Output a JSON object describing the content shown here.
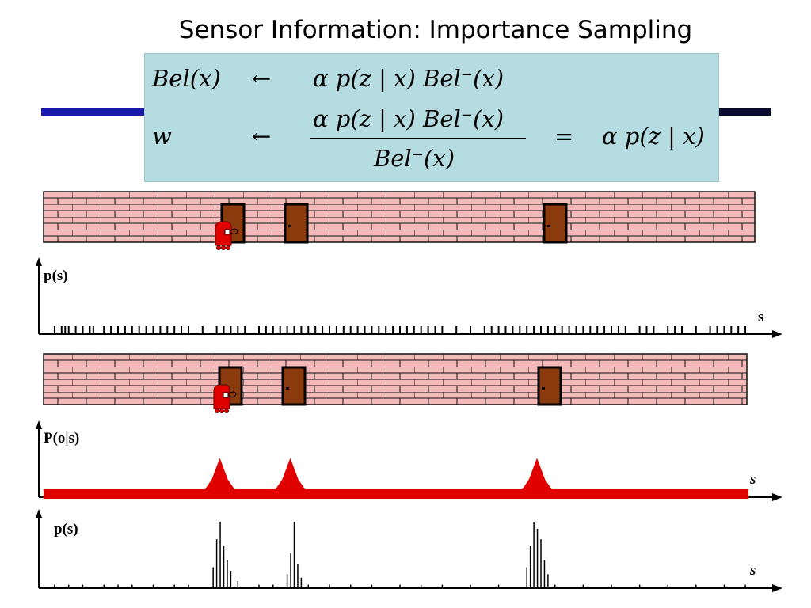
{
  "slide": {
    "title": "Sensor Information: Importance Sampling"
  },
  "equations": {
    "line1": {
      "lhs": "Bel(x)",
      "arrow": "←",
      "rhs": "α p(z | x) Bel⁻(x)"
    },
    "line2": {
      "lhs": "w",
      "arrow": "←",
      "numerator": "α p(z | x) Bel⁻(x)",
      "denominator": "Bel⁻(x)",
      "equals": "=",
      "result": "α p(z | x)"
    }
  },
  "panels": {
    "prior_label": "p(s)",
    "prior_axis": "s",
    "likelihood_label": "P(o|s)",
    "likelihood_axis": "s",
    "posterior_label": "p(s)",
    "posterior_axis": "s"
  },
  "colors": {
    "accent_blue": "#1a1aa8",
    "eq_box": "#b5dde1",
    "brick": "#f4b9b9",
    "door": "#8b3a0e",
    "robot": "#e00000",
    "likelihood": "#e00000"
  },
  "chart_data": [
    {
      "type": "scatter",
      "title": "",
      "ylabel": "p(s)",
      "xlabel": "s",
      "xlim": [
        0,
        1
      ],
      "description_values": "uniform prior samples",
      "x": [
        0.01,
        0.02,
        0.025,
        0.03,
        0.04,
        0.05,
        0.06,
        0.065,
        0.08,
        0.09,
        0.1,
        0.11,
        0.12,
        0.13,
        0.14,
        0.15,
        0.16,
        0.17,
        0.18,
        0.19,
        0.2,
        0.22,
        0.24,
        0.25,
        0.26,
        0.27,
        0.28,
        0.3,
        0.31,
        0.32,
        0.33,
        0.34,
        0.35,
        0.36,
        0.37,
        0.38,
        0.39,
        0.4,
        0.41,
        0.42,
        0.43,
        0.44,
        0.45,
        0.46,
        0.47,
        0.48,
        0.49,
        0.5,
        0.51,
        0.52,
        0.53,
        0.54,
        0.55,
        0.56,
        0.58,
        0.6,
        0.62,
        0.63,
        0.64,
        0.65,
        0.66,
        0.67,
        0.68,
        0.69,
        0.7,
        0.71,
        0.72,
        0.73,
        0.74,
        0.75,
        0.76,
        0.77,
        0.78,
        0.79,
        0.8,
        0.81,
        0.82,
        0.84,
        0.85,
        0.86,
        0.88,
        0.89,
        0.9,
        0.92,
        0.94,
        0.95,
        0.96,
        0.97,
        0.98,
        0.99
      ],
      "values": [
        1,
        1,
        1,
        1,
        1,
        1,
        1,
        1,
        1,
        1,
        1,
        1,
        1,
        1,
        1,
        1,
        1,
        1,
        1,
        1,
        1,
        1,
        1,
        1,
        1,
        1,
        1,
        1,
        1,
        1,
        1,
        1,
        1,
        1,
        1,
        1,
        1,
        1,
        1,
        1,
        1,
        1,
        1,
        1,
        1,
        1,
        1,
        1,
        1,
        1,
        1,
        1,
        1,
        1,
        1,
        1,
        1,
        1,
        1,
        1,
        1,
        1,
        1,
        1,
        1,
        1,
        1,
        1,
        1,
        1,
        1,
        1,
        1,
        1,
        1,
        1,
        1,
        1,
        1,
        1,
        1,
        1,
        1,
        1,
        1,
        1,
        1,
        1,
        1,
        1
      ]
    },
    {
      "type": "line",
      "title": "",
      "ylabel": "P(o|s)",
      "xlabel": "s",
      "xlim": [
        0,
        1
      ],
      "ylim": [
        0,
        1
      ],
      "x": [
        0,
        0.05,
        0.1,
        0.15,
        0.2,
        0.23,
        0.24,
        0.25,
        0.26,
        0.27,
        0.3,
        0.33,
        0.34,
        0.35,
        0.36,
        0.37,
        0.4,
        0.5,
        0.6,
        0.68,
        0.69,
        0.7,
        0.71,
        0.72,
        0.75,
        0.8,
        0.9,
        1.0
      ],
      "values": [
        0.2,
        0.2,
        0.2,
        0.2,
        0.2,
        0.2,
        0.45,
        0.9,
        0.45,
        0.2,
        0.2,
        0.2,
        0.45,
        0.9,
        0.45,
        0.2,
        0.2,
        0.2,
        0.2,
        0.2,
        0.45,
        0.9,
        0.45,
        0.2,
        0.2,
        0.2,
        0.2,
        0.2
      ]
    },
    {
      "type": "bar",
      "title": "",
      "ylabel": "p(s)",
      "xlabel": "s",
      "xlim": [
        0,
        1
      ],
      "ylim": [
        0,
        1
      ],
      "x": [
        0.01,
        0.03,
        0.05,
        0.08,
        0.1,
        0.12,
        0.15,
        0.18,
        0.2,
        0.235,
        0.24,
        0.245,
        0.25,
        0.255,
        0.26,
        0.27,
        0.3,
        0.32,
        0.34,
        0.345,
        0.35,
        0.355,
        0.36,
        0.37,
        0.4,
        0.43,
        0.46,
        0.5,
        0.53,
        0.56,
        0.6,
        0.64,
        0.68,
        0.685,
        0.69,
        0.695,
        0.7,
        0.705,
        0.71,
        0.72,
        0.76,
        0.8,
        0.84,
        0.88,
        0.92,
        0.96,
        0.99
      ],
      "values": [
        0.05,
        0.05,
        0.05,
        0.05,
        0.05,
        0.05,
        0.05,
        0.05,
        0.05,
        0.3,
        0.7,
        0.95,
        0.6,
        0.4,
        0.25,
        0.1,
        0.05,
        0.05,
        0.2,
        0.5,
        0.95,
        0.35,
        0.15,
        0.05,
        0.05,
        0.05,
        0.05,
        0.05,
        0.05,
        0.05,
        0.05,
        0.05,
        0.3,
        0.6,
        0.95,
        0.85,
        0.7,
        0.4,
        0.2,
        0.05,
        0.05,
        0.05,
        0.05,
        0.05,
        0.05,
        0.05,
        0.05
      ]
    }
  ]
}
